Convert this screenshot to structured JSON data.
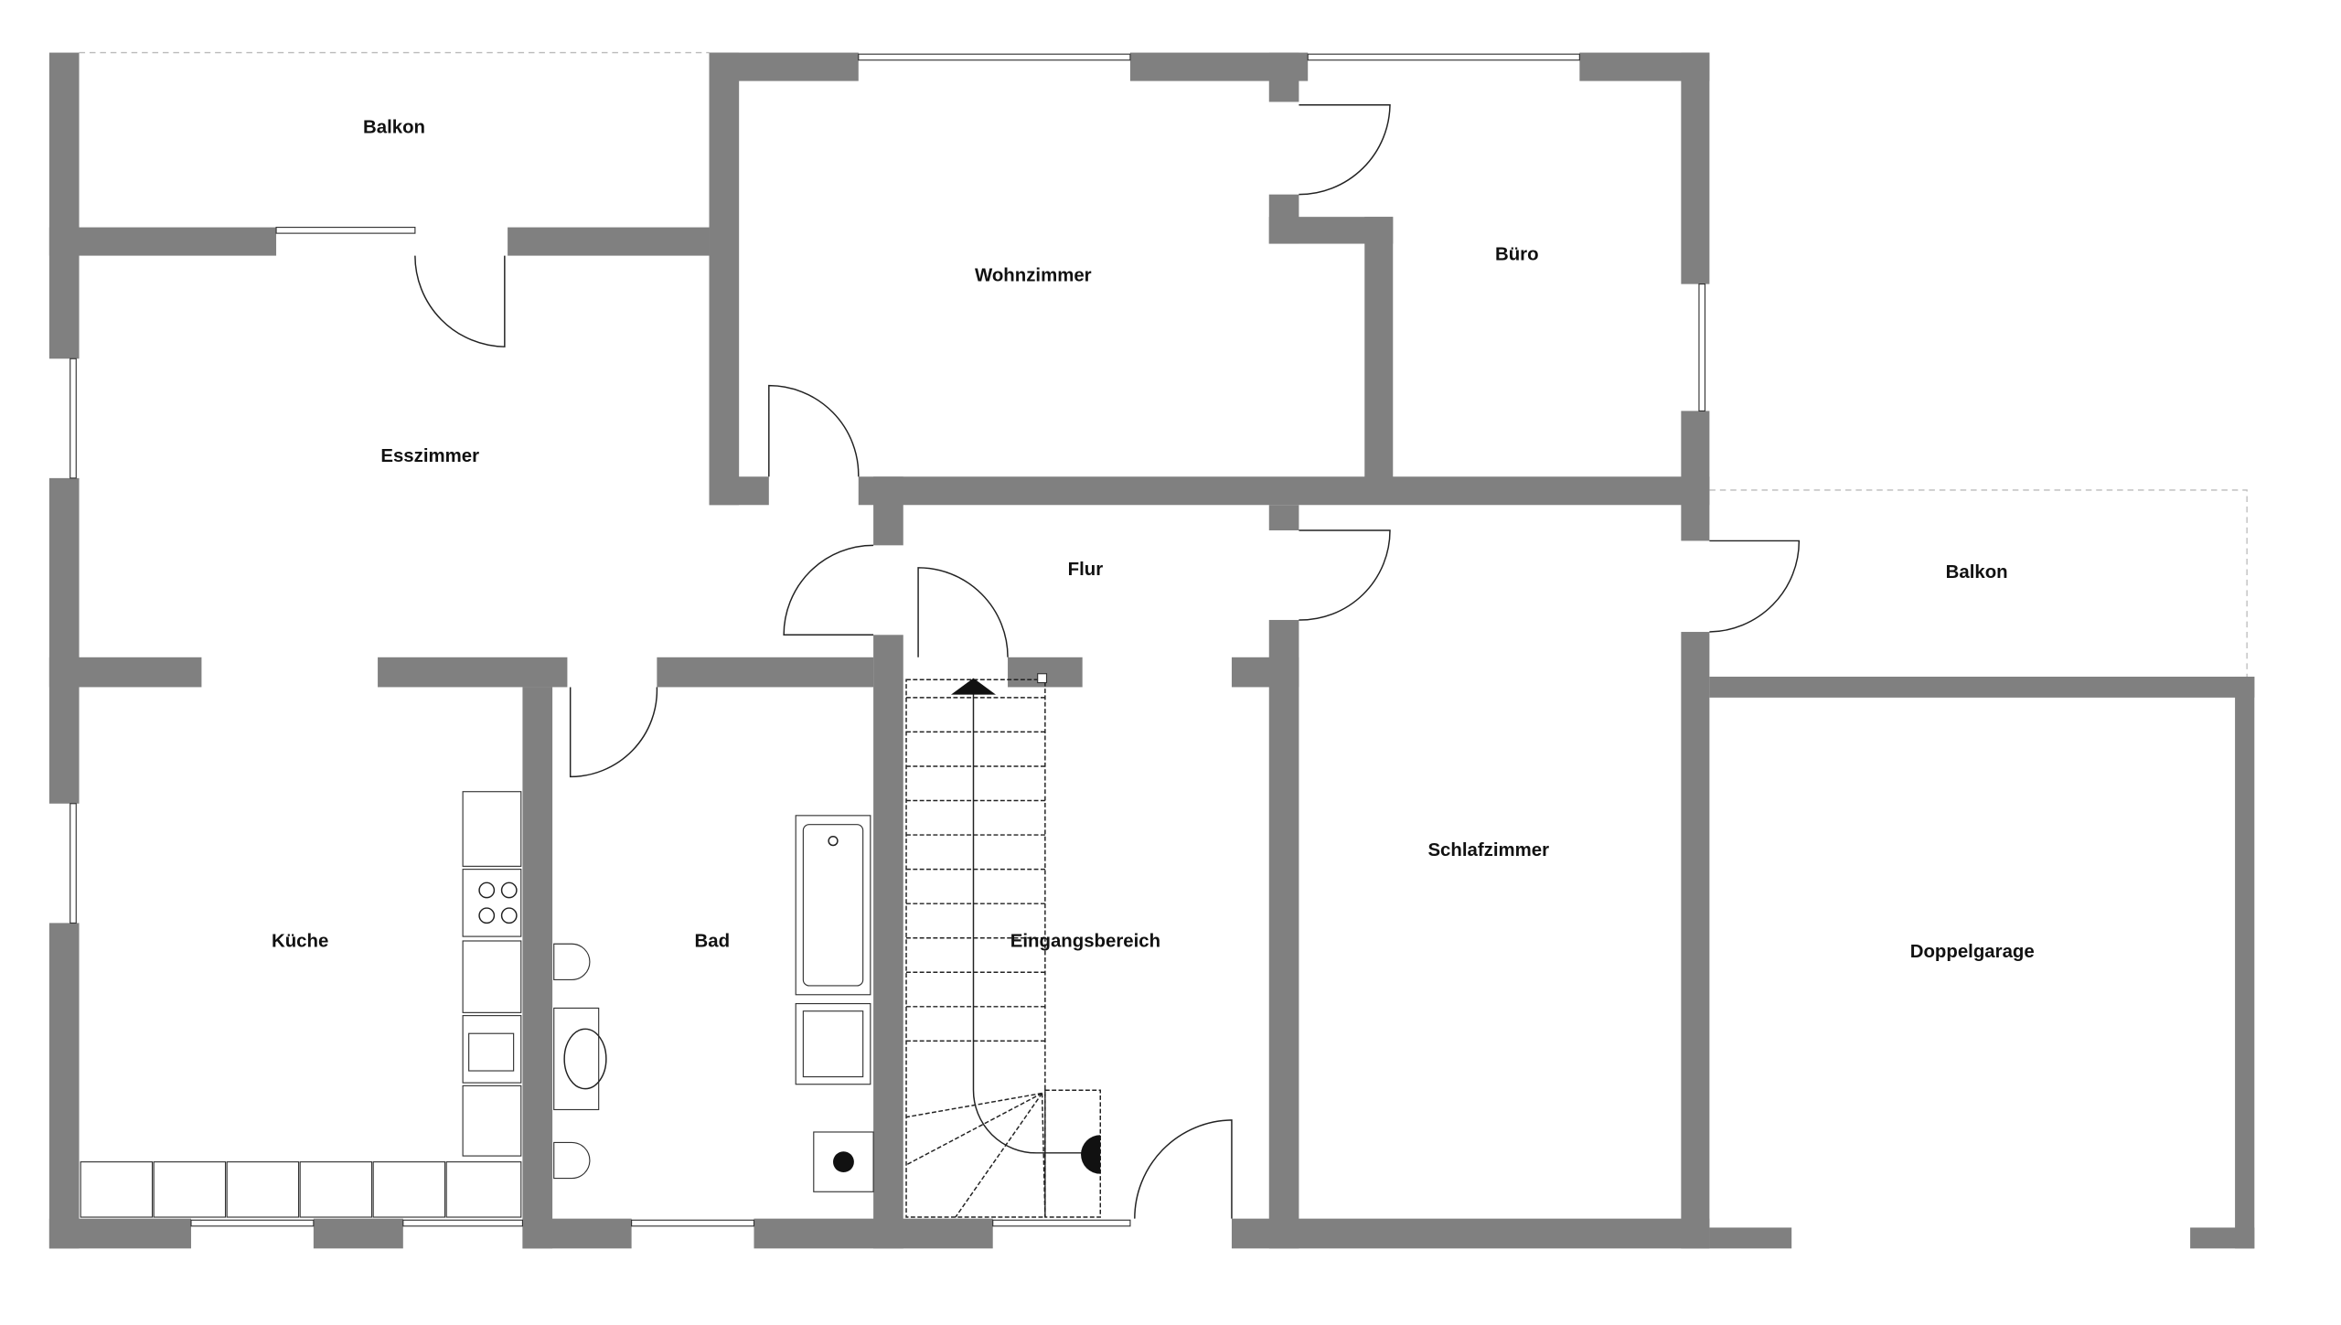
{
  "rooms": {
    "balkon_top": "Balkon",
    "wohnzimmer": "Wohnzimmer",
    "buero": "Büro",
    "esszimmer": "Esszimmer",
    "flur": "Flur",
    "balkon_right": "Balkon",
    "kueche": "Küche",
    "bad": "Bad",
    "eingangsbereich": "Eingangsbereich",
    "schlafzimmer": "Schlafzimmer",
    "doppelgarage": "Doppelgarage"
  },
  "colors": {
    "wall": "#808080",
    "background": "#ffffff",
    "label": "#111111"
  }
}
